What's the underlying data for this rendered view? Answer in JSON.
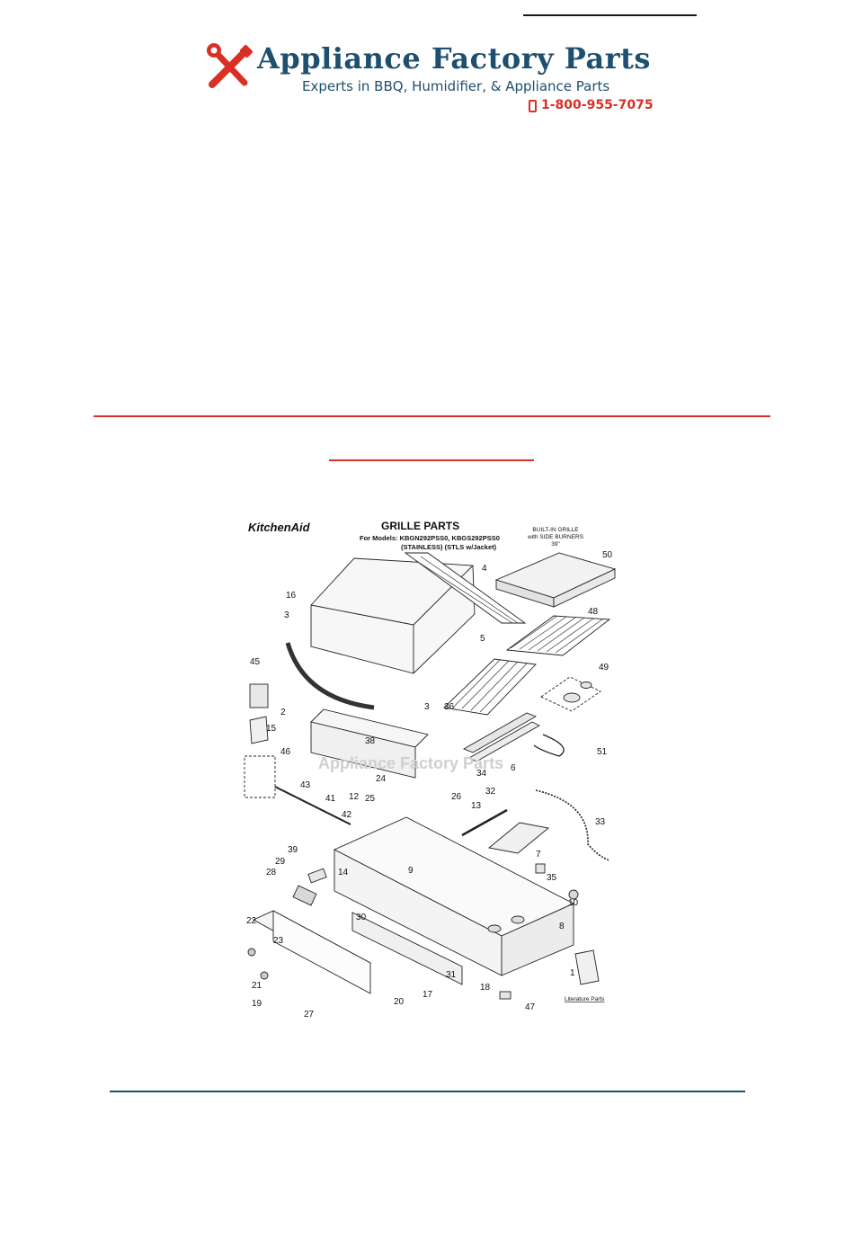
{
  "header": {
    "brand_name": "Appliance Factory Parts",
    "tagline": "Experts in BBQ, Humidifier, & Appliance Parts",
    "phone": "1-800-955-7075",
    "brand_color": "#1e4f6e",
    "accent_color": "#d93025"
  },
  "diagram": {
    "brand": "KitchenAid",
    "title": "GRILLE PARTS",
    "models_line1": "For Models: KBGN292PSS0, KBGS292PSS0",
    "models_line2": "(STAINLESS)  (STLS w/Jacket)",
    "product_line1": "BUILT-IN GRILLE",
    "product_line2": "with SIDE BURNERS",
    "product_line3": "39\"",
    "watermark": "Appliance Factory Parts",
    "literature_label": "Literature Parts",
    "part_numbers": [
      "1",
      "2",
      "3",
      "3",
      "4",
      "5",
      "6",
      "7",
      "8",
      "9",
      "10",
      "12",
      "13",
      "14",
      "15",
      "16",
      "17",
      "18",
      "19",
      "20",
      "21",
      "22",
      "23",
      "24",
      "25",
      "26",
      "27",
      "28",
      "29",
      "30",
      "31",
      "32",
      "33",
      "34",
      "35",
      "36",
      "38",
      "39",
      "41",
      "42",
      "43",
      "45",
      "46",
      "47",
      "48",
      "49",
      "50",
      "51"
    ]
  }
}
